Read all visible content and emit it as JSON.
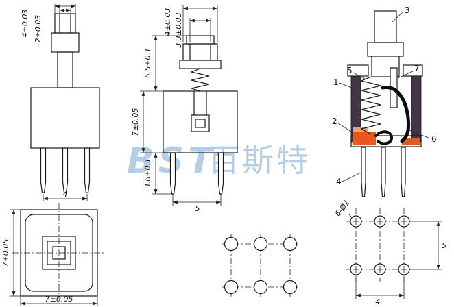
{
  "watermark": {
    "latin": "BST",
    "cjk": "百斯特",
    "color": "#9bbedd"
  },
  "colors": {
    "watermark": "#9bbedd",
    "contact_highlight": "#e8571f",
    "housing_wall": "#433548"
  },
  "front_view": {
    "dim_top_outer": "4±0.03",
    "dim_top_inner": "2±0.03",
    "dim_pin_span": "4"
  },
  "side_view": {
    "dim_top_outer": "4±0.03",
    "dim_top_inner": "3.3±0.03",
    "dim_plunger_height": "5.5±0.1",
    "dim_body_height": "7±0.05",
    "dim_pin_length": "3.6±0.1",
    "dim_pin_span": "5"
  },
  "bottom_view": {
    "dim_height": "7±0.05",
    "dim_width": "7±0.05"
  },
  "section_view": {
    "labels": {
      "p1": "1",
      "p2": "2",
      "p3": "3",
      "p4": "4",
      "p5": "5",
      "p6": "6",
      "p7": "7"
    }
  },
  "footprint": {
    "dim_hole": "6-Ø1",
    "dim_row_pitch": "5",
    "dim_col_span": "4"
  }
}
